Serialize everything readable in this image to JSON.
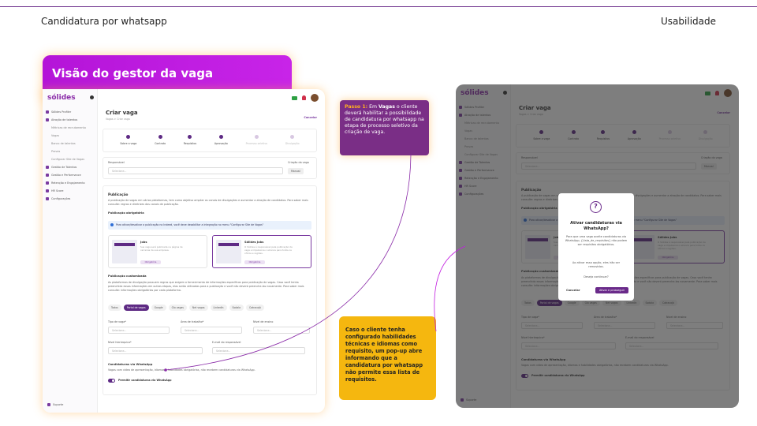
{
  "slide": {
    "title": "Candidatura por whatsapp",
    "tag": "Usabilidade",
    "left_header": "Visão do gestor da vaga"
  },
  "colors": {
    "accent": "#5e2a84",
    "highlight": "#c21ee0",
    "callout": "#f5b70f",
    "callout_purple": "#7a2e86"
  },
  "app": {
    "logo": "sólides",
    "sidebar": [
      {
        "label": "Sólides Profiler",
        "sub": false
      },
      {
        "label": "Atração de talentos",
        "sub": false
      },
      {
        "label": "Métricas de recrutamento",
        "sub": true
      },
      {
        "label": "Vagas",
        "sub": true
      },
      {
        "label": "Banco de talentos",
        "sub": true
      },
      {
        "label": "Provas",
        "sub": true
      },
      {
        "label": "Configurar Site de Vagas",
        "sub": true
      },
      {
        "label": "Gestão de Talentos",
        "sub": false
      },
      {
        "label": "Gestão e Performance",
        "sub": false
      },
      {
        "label": "Retenção e Engajamento",
        "sub": false
      },
      {
        "label": "HR Score",
        "sub": false
      },
      {
        "label": "Configurações",
        "sub": false
      }
    ],
    "support": "Suporte",
    "page_title": "Criar vaga",
    "breadcrumb": "Vagas  >  Criar vaga",
    "cancel": "Cancelar",
    "steps": [
      {
        "label": "Sobre a vaga",
        "active": true
      },
      {
        "label": "Contrato",
        "active": true
      },
      {
        "label": "Requisitos",
        "active": true
      },
      {
        "label": "Aprovação",
        "active": true
      },
      {
        "label": "Processo seletivo",
        "active": false
      },
      {
        "label": "Divulgação",
        "active": false
      }
    ],
    "responsavel_label": "Responsável",
    "responsavel_placeholder": "Selecione...",
    "criacao_label": "Criação da vaga",
    "criacao_value": "Manual",
    "publicacao_title": "Publicação",
    "publicacao_text": "A publicação de vagas em vários plataformas, tem como objetivo ampliar os canais de divulgações e aumentar a atração de candidatos. Para saber mais consulte: regras e diretrizes dos canais de publicação.",
    "obrig_title": "Publicação obrigatória",
    "info_text": "Para ativar/desativar a publicação no Indeed, você deve desabilitar a integração no menu \"Configurar Site de Vagas\"",
    "boards": [
      {
        "name": "Jobs",
        "desc": "Sua vaga será publicada na página de carreiras da sua empresa.",
        "badge": "Obrigatória"
      },
      {
        "name": "Sólides Jobs",
        "desc": "O Sólides é responsável pela publicação da vaga e impulsiona o alcance para todos os ofícios e regiões.",
        "badge": "Obrigatória"
      }
    ],
    "custom_title": "Publicação customizada",
    "custom_text": "As plataformas de divulgação possuem regras que exigem o fornecimento de informações específicas para publicação de vagas. Caso você tenha preenchido essas informações em outras etapas, elas serão utilizadas para a publicação e você não deverá preenche-las novamente. Para saber mais consulte: informações obrigatórias por cada plataforma.",
    "tabs": [
      "Todos",
      "Portal de vagas",
      "Google",
      "Glo vagas",
      "Net vagas",
      "LinkedIn",
      "Sodala",
      "Catracajá"
    ],
    "tab_active": "Portal de vagas",
    "fields": [
      {
        "label": "Tipo de vaga*",
        "placeholder": "Selecione..."
      },
      {
        "label": "Área de trabalho*",
        "placeholder": "Selecione..."
      },
      {
        "label": "Nível de ensino",
        "placeholder": "Selecione..."
      },
      {
        "label": "Nível hierárquico*",
        "placeholder": "Selecione..."
      },
      {
        "label": "E-mail do responsável",
        "placeholder": "Selecione..."
      }
    ],
    "wa_title": "Candidaturas via WhatsApp",
    "wa_text": "Vagas com video de apresentação, idiomas e habilidades obrigatórias, não recebem candidaturas via WhatsApp.",
    "wa_toggle": "Permitir candidaturas via WhatsApp"
  },
  "callout_step": {
    "label": "Passo 1:",
    "pre": " Em ",
    "bold": "Vagas",
    "post": " o cliente deverá habilitar a possibilidade de candidatura por whatsapp na etapa de processo seletivo da criação de vaga."
  },
  "callout_note": "Caso o cliente tenha configurado habilidades técnicas e idiomas como requisito, um pop-up abre informando que a candidatura por whatsapp não permite essa lista de requisitos.",
  "modal": {
    "icon": "?",
    "title": "Ativar candidaturas via WhatsApp?",
    "text": "Para que uma vaga aceite candidaturas via WhatsApp, {Lista_de_requisitos} não podem ser requisitos obrigatórios.",
    "text2": "Ao ativar essa opção, eles irão ser removidos.",
    "text3": "Deseja continuar?",
    "cancel": "Cancelar",
    "confirm": "Ativar e prosseguir"
  }
}
